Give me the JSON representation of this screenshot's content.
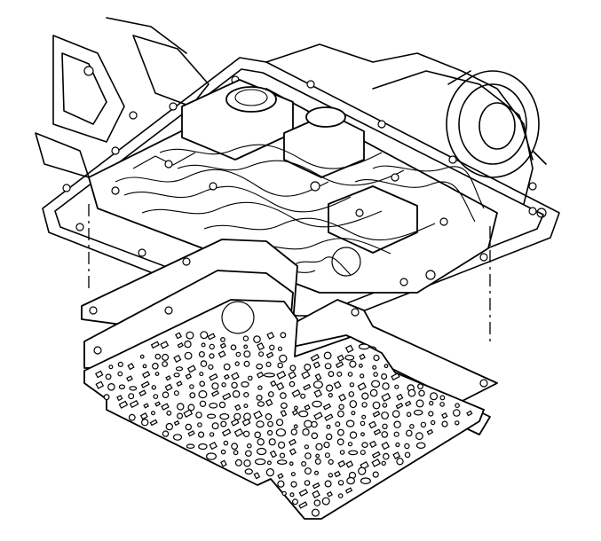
{
  "figure": {
    "stroke_color": "#000000",
    "background_color": "#ffffff",
    "parts": [
      "transmission-case",
      "control-valve-body",
      "valve-body-gasket",
      "spacer-plate",
      "spacer-plate-gasket",
      "alignment-centerline"
    ]
  }
}
